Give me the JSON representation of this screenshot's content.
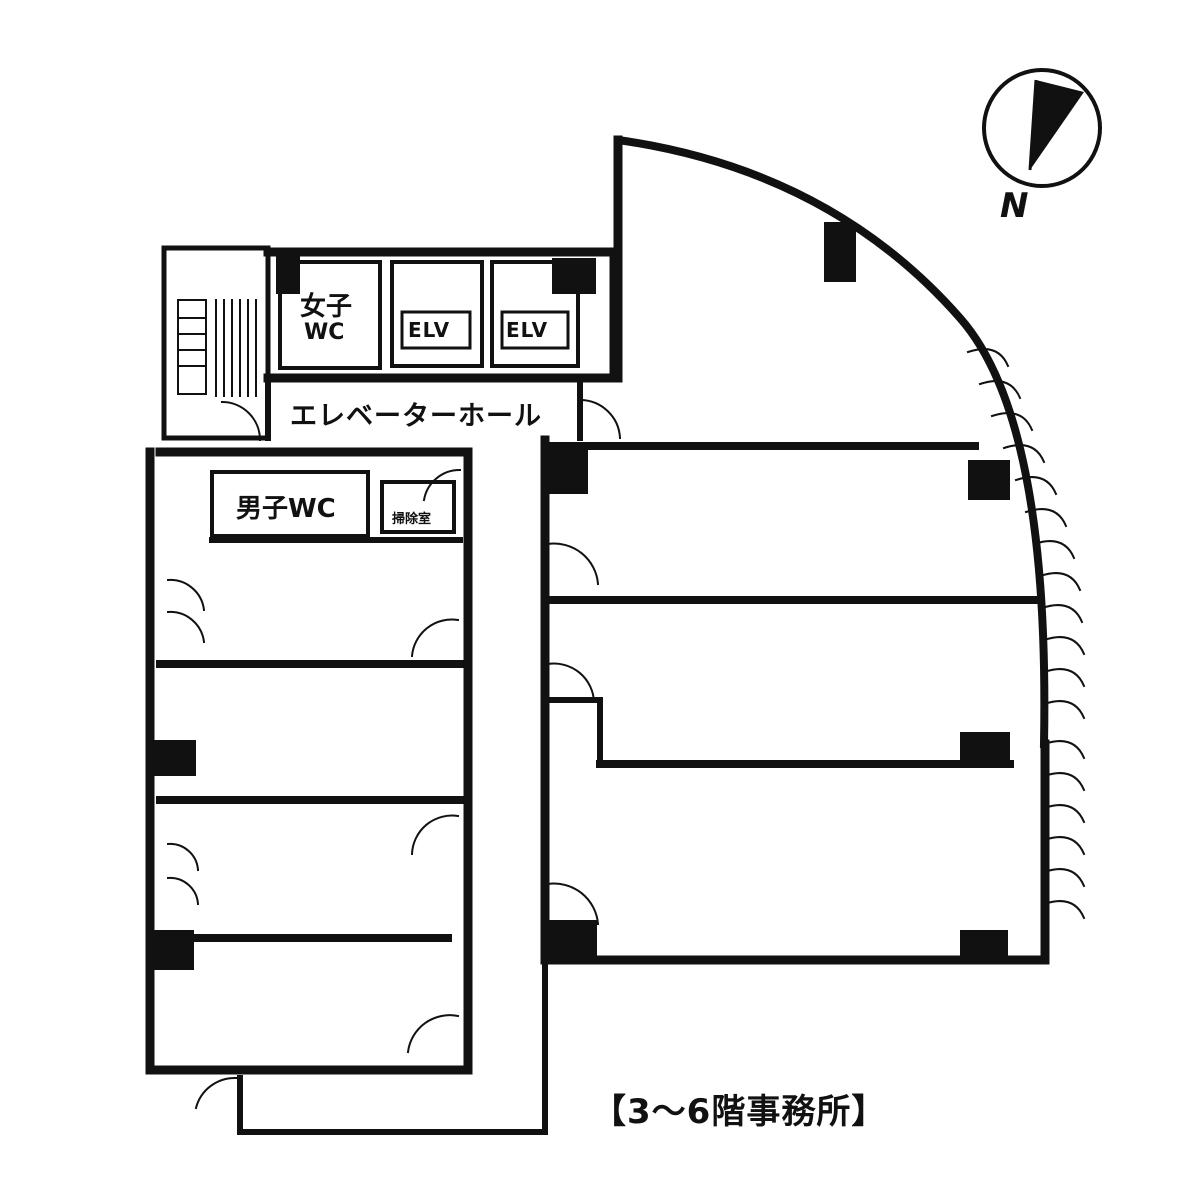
{
  "floor_plan": {
    "caption": "【3〜6階事務所】",
    "compass_label": "N",
    "labels": {
      "womens_wc_top": "女子",
      "womens_wc_bottom": "WC",
      "elevator_1": "ELV",
      "elevator_2": "ELV",
      "elevator_hall": "エレベーターホール",
      "mens_wc": "男子WC",
      "small_room": "掃除室"
    },
    "colors": {
      "wall": "#111111",
      "background": "#ffffff",
      "stair": "#222222"
    }
  }
}
